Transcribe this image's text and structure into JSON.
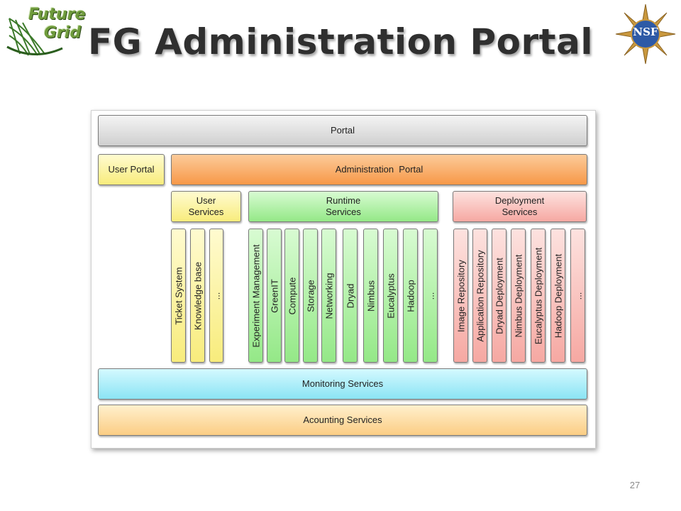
{
  "slide": {
    "title": "FG Administration Portal",
    "page_number": "27"
  },
  "logos": {
    "left_line1": "Future",
    "left_line2": "Grid",
    "right": "NSF"
  },
  "colors": {
    "portal": "#d8d8d8",
    "user": "#f8ec7c",
    "admin": "#f79847",
    "runtime": "#94e887",
    "deployment": "#f6a8a2",
    "monitoring": "#8be4f4",
    "accounting": "#fbcd84"
  },
  "diagram": {
    "portal": "Portal",
    "user_portal": "User Portal",
    "administration_portal": "Administration  Portal",
    "user_services": {
      "title": "User\nServices",
      "items": [
        "Ticket System",
        "Knowledge base",
        "..."
      ]
    },
    "runtime_services": {
      "title": "Runtime\nServices",
      "items": [
        "Experiment Management",
        "GreenIT",
        "Compute",
        "Storage",
        "Networking",
        "Dryad",
        "Nimbus",
        "Eucalyptus",
        "Hadoop",
        "..."
      ]
    },
    "deployment_services": {
      "title": "Deployment\nServices",
      "items": [
        "Image Repository",
        "Application Repository",
        "Dryad Deployment",
        "Nimbus Deployment",
        "Eucalyptus Deployment",
        "Hadoop Deployment",
        "..."
      ]
    },
    "monitoring": "Monitoring Services",
    "accounting": "Acounting Services"
  }
}
